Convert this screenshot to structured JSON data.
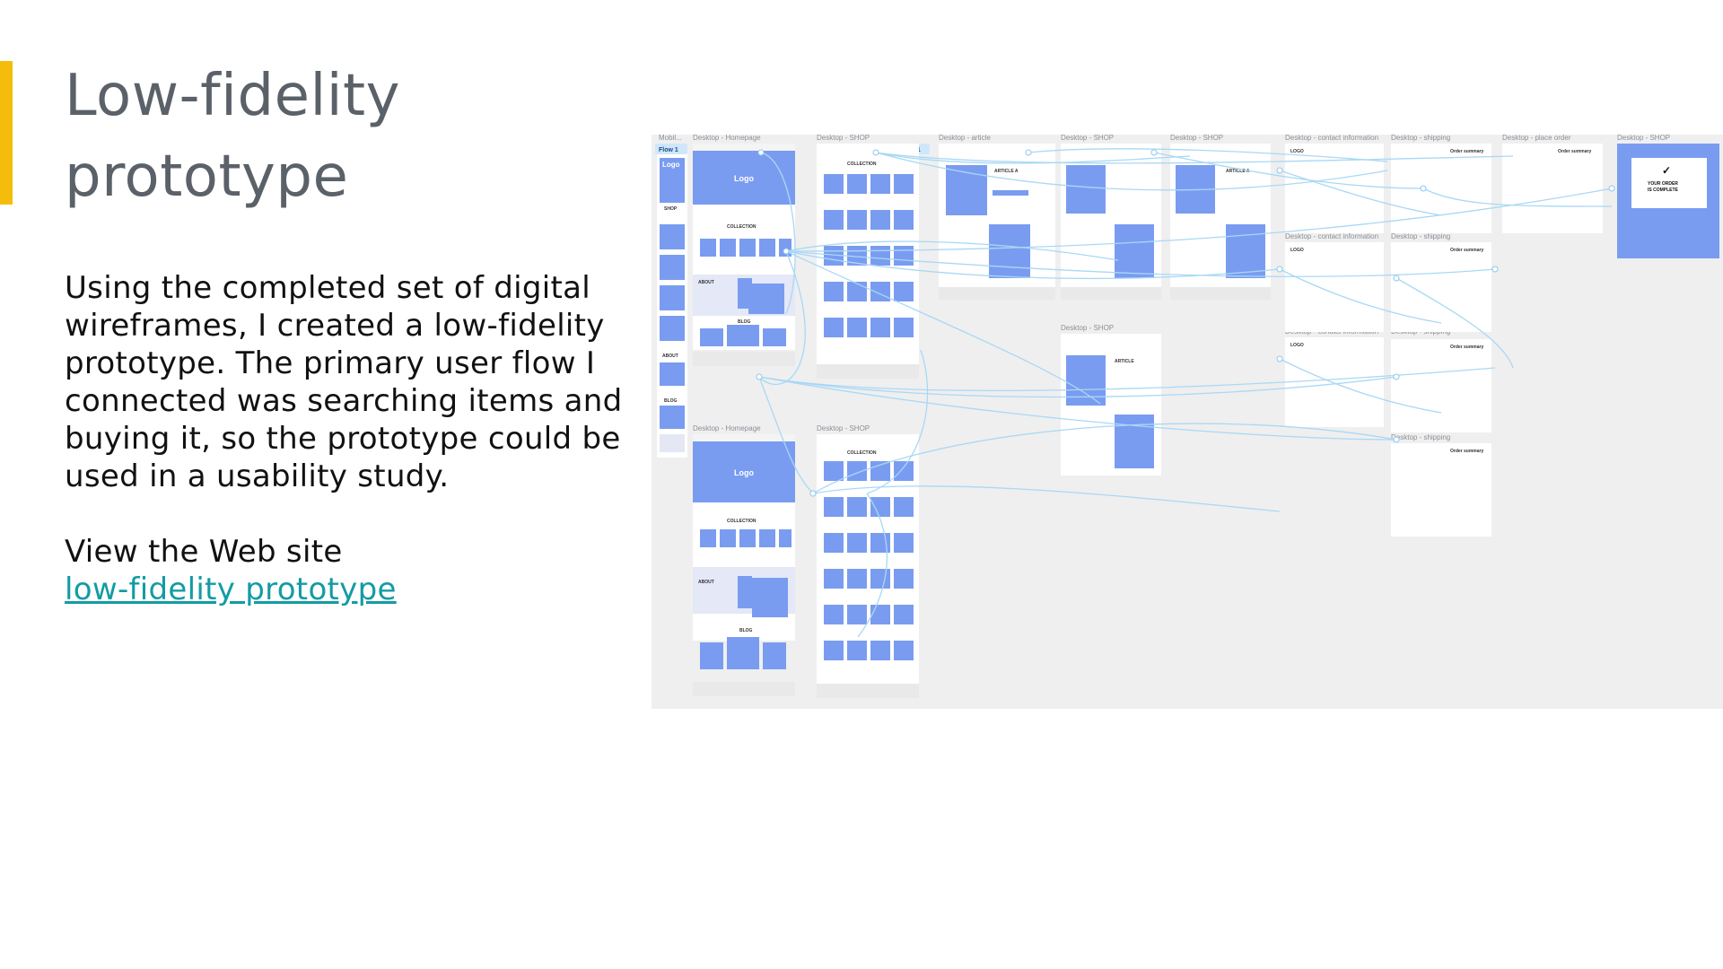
{
  "slide": {
    "title_line1": "Low-fidelity",
    "title_line2": "prototype",
    "body": "Using the completed set of digital wireframes, I created a low-fidelity prototype. The primary user flow I connected was searching items and buying it, so the prototype could be used in a usability study.",
    "view_text": "View the Web site",
    "link_text": "low-fidelity prototype"
  },
  "prototype": {
    "flow_label": "Flow 1",
    "frame_labels": {
      "mobile": "Mobil...",
      "homepage": "Desktop - Homepage",
      "shop": "Desktop - SHOP",
      "article": "Desktop - article",
      "contact": "Desktop - contact information",
      "shipping": "Desktop - shipping",
      "place_order": "Desktop - place order"
    },
    "logo_text": "Logo",
    "logo_caps": "LOGO",
    "collection": "COLLECTION",
    "about": "ABOUT",
    "blog": "BLOG",
    "shop_caps": "SHOP",
    "article_a": "ARTICLE A",
    "article_short": "ARTICLE",
    "order_summary": "Order summary",
    "order_complete_1": "YOUR ORDER",
    "order_complete_2": "IS COMPLETE",
    "checkmark": "✓"
  },
  "colors": {
    "accent": "#f5bd0b",
    "title": "#5b6168",
    "link": "#139ba4",
    "wire_blue": "#7a9cf0",
    "flow_line": "#a9d8f5"
  }
}
